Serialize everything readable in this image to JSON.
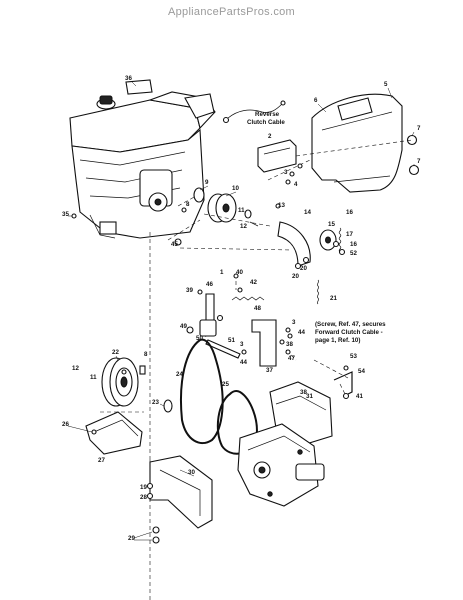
{
  "watermark": "AppliancePartsPros.com",
  "notes": {
    "reverse_cable_1": "Reverse",
    "reverse_cable_2": "Clutch Cable",
    "screw_note_1": "(Screw, Ref. 47, secures",
    "screw_note_2": "Forward Clutch Cable -",
    "screw_note_3": "page 1, Ref. 10)"
  },
  "callouts": {
    "c1": "1",
    "c2": "2",
    "c3a": "3",
    "c3b": "3",
    "c3c": "3",
    "c4": "4",
    "c5": "5",
    "c6": "6",
    "c7a": "7",
    "c7b": "7",
    "c8a": "8",
    "c8b": "8",
    "c9": "9",
    "c10": "10",
    "c11a": "11",
    "c11b": "11",
    "c12a": "12",
    "c12b": "12",
    "c13": "13",
    "c14": "14",
    "c15": "15",
    "c16a": "16",
    "c16b": "16",
    "c17": "17",
    "c19": "19",
    "c20a": "20",
    "c20b": "20",
    "c21": "21",
    "c22": "22",
    "c23": "23",
    "c24": "24",
    "c25": "25",
    "c26": "26",
    "c27": "27",
    "c28": "28",
    "c29": "29",
    "c30": "30",
    "c31": "31",
    "c35": "35",
    "c36": "36",
    "c37": "37",
    "c38a": "38",
    "c38b": "38",
    "c39": "39",
    "c40": "40",
    "c41": "41",
    "c42": "42",
    "c44a": "44",
    "c44b": "44",
    "c45": "45",
    "c46": "46",
    "c47": "47",
    "c48": "48",
    "c49": "49",
    "c50": "50",
    "c51": "51",
    "c52": "52",
    "c53": "53",
    "c54": "54"
  }
}
